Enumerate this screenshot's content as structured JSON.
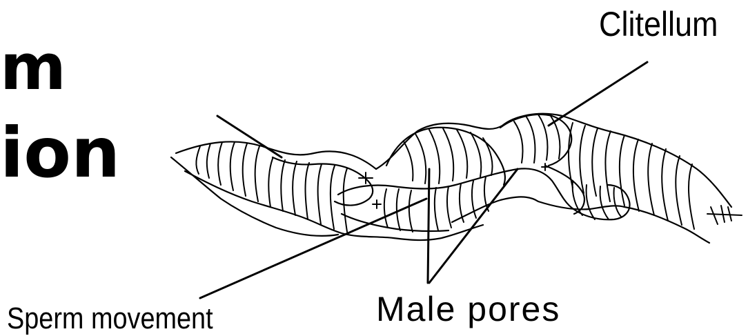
{
  "heading_fragments": [
    "m",
    "ion"
  ],
  "labels": {
    "clitellum": "Clitellum",
    "male_pores": "Male pores",
    "sperm_movement": "Sperm movement"
  },
  "colors": {
    "ink": "#000000",
    "background": "#ffffff"
  }
}
